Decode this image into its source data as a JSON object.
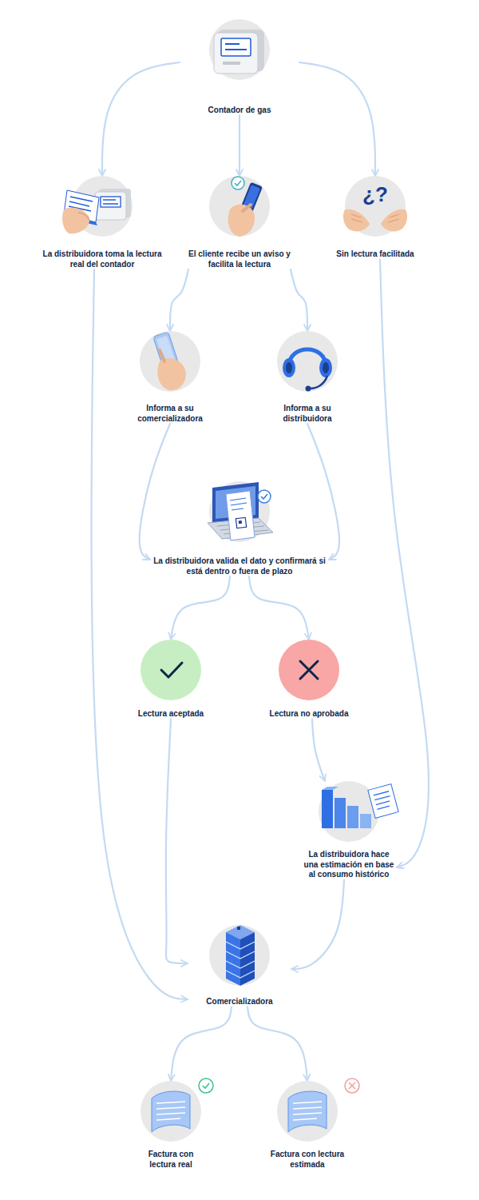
{
  "diagram": {
    "nodes": [
      {
        "text": [
          "Contador de gas"
        ]
      },
      {
        "text": [
          "La distribuidora toma la lectura real del contador"
        ]
      },
      {
        "text": [
          "El cliente recibe un aviso y facilita la lectura"
        ]
      },
      {
        "text": [
          "Sin lectura facilitada"
        ]
      },
      {
        "text": [
          "Informa a su comercializadora"
        ]
      },
      {
        "text": [
          "Informa a su distribuidora"
        ]
      },
      {
        "text": [
          "La distribuidora valida el dato y confirmará si está dentro o fuera de plazo"
        ]
      },
      {
        "text": [
          "Lectura aceptada"
        ]
      },
      {
        "text": [
          "Lectura no aprobada"
        ]
      },
      {
        "text": [
          "La distribuidora hace una estimación en base al consumo histórico"
        ]
      },
      {
        "text": [
          "Comercializadora"
        ]
      },
      {
        "text": [
          "Factura con lectura real"
        ]
      },
      {
        "text": [
          "Factura con lectura estimada"
        ]
      }
    ],
    "edges": [
      {
        "from": 0,
        "to": 1,
        "arrow": "to"
      },
      {
        "from": 0,
        "to": 2,
        "arrow": "to"
      },
      {
        "from": 0,
        "to": 3,
        "arrow": "to"
      },
      {
        "from": 1,
        "to": 10,
        "arrow": "to"
      },
      {
        "from": 2,
        "to": 4,
        "arrow": "to"
      },
      {
        "from": 2,
        "to": 5,
        "arrow": "to"
      },
      {
        "from": 3,
        "to": 9,
        "arrow": "to"
      },
      {
        "from": 4,
        "to": 6,
        "arrow": "to"
      },
      {
        "from": 5,
        "to": 6,
        "arrow": "to"
      },
      {
        "from": 6,
        "to": 7,
        "arrow": "to"
      },
      {
        "from": 6,
        "to": 8,
        "arrow": "to"
      },
      {
        "from": 7,
        "to": 10,
        "arrow": "to"
      },
      {
        "from": 8,
        "to": 9,
        "arrow": "to"
      },
      {
        "from": 9,
        "to": 10,
        "arrow": "to"
      },
      {
        "from": 10,
        "to": 11,
        "arrow": "to"
      },
      {
        "from": 10,
        "to": 12,
        "arrow": "to"
      }
    ],
    "labels": [
      "¿?"
    ]
  }
}
